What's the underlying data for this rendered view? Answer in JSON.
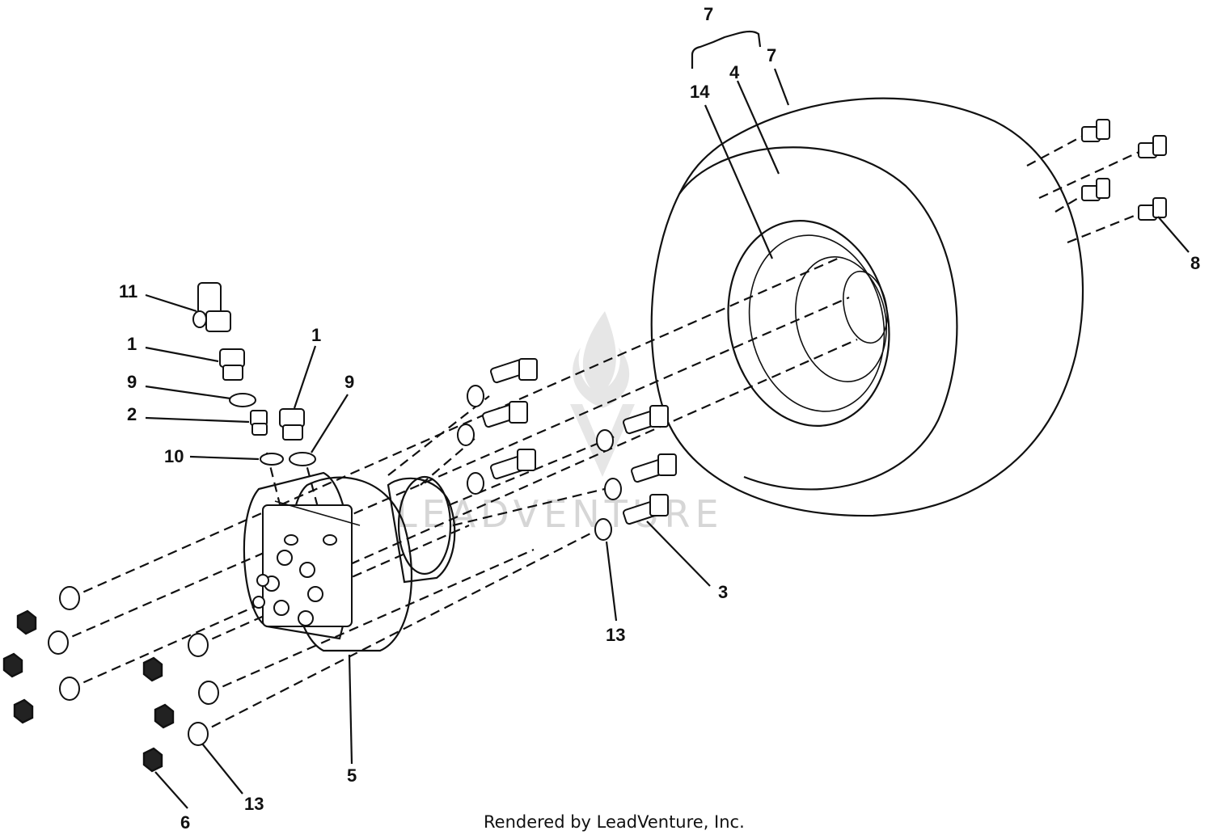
{
  "callouts": {
    "c1a": "1",
    "c1b": "1",
    "c2": "2",
    "c3": "3",
    "c4": "4",
    "c5": "5",
    "c6": "6",
    "c7a": "7",
    "c7b": "7",
    "c8": "8",
    "c9a": "9",
    "c9b": "9",
    "c10": "10",
    "c11": "11",
    "c13a": "13",
    "c13b": "13",
    "c14": "14"
  },
  "footer": {
    "credit": "Rendered by LeadVenture, Inc."
  },
  "watermark": {
    "text": "LEADVENTURE"
  },
  "colors": {
    "line": "#111111",
    "watermark": "#d6d6d6"
  }
}
